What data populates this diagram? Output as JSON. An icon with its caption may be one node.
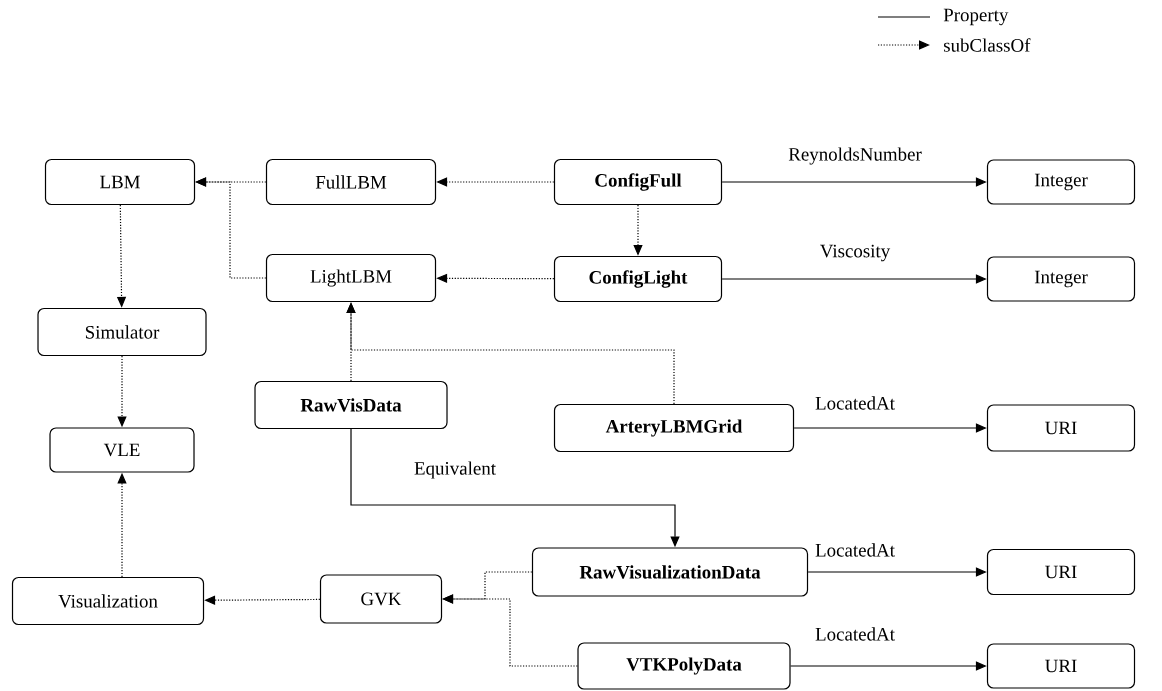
{
  "diagram": {
    "nodes": [
      {
        "text": [
          "LBM"
        ]
      },
      {
        "text": [
          "FullLBM"
        ]
      },
      {
        "text": [
          "ConfigFull"
        ]
      },
      {
        "text": [
          "Integer"
        ]
      },
      {
        "text": [
          "LightLBM"
        ]
      },
      {
        "text": [
          "ConfigLight"
        ]
      },
      {
        "text": [
          "Integer"
        ]
      },
      {
        "text": [
          "Simulator"
        ]
      },
      {
        "text": [
          "RawVisData"
        ]
      },
      {
        "text": [
          "ArteryLBMGrid"
        ]
      },
      {
        "text": [
          "URI"
        ]
      },
      {
        "text": [
          "VLE"
        ]
      },
      {
        "text": [
          "RawVisualizationData"
        ]
      },
      {
        "text": [
          "URI"
        ]
      },
      {
        "text": [
          "Visualization"
        ]
      },
      {
        "text": [
          "GVK"
        ]
      },
      {
        "text": [
          "VTKPolyData"
        ]
      },
      {
        "text": [
          "URI"
        ]
      }
    ],
    "edges": [
      {
        "from": 1,
        "to": 0,
        "arrow": "to",
        "style": "dashed"
      },
      {
        "from": 4,
        "to": 0,
        "arrow": "to",
        "style": "dashed"
      },
      {
        "from": 2,
        "to": 1,
        "arrow": "to",
        "style": "dashed"
      },
      {
        "from": 2,
        "to": 3,
        "arrow": "to",
        "label": "ReynoldsNumber"
      },
      {
        "from": 2,
        "to": 5,
        "arrow": "to",
        "style": "dashed"
      },
      {
        "from": 5,
        "to": 4,
        "arrow": "to",
        "style": "dashed"
      },
      {
        "from": 5,
        "to": 6,
        "arrow": "to",
        "label": "Viscosity"
      },
      {
        "from": 0,
        "to": 7,
        "arrow": "to",
        "style": "dashed"
      },
      {
        "from": 8,
        "to": 4,
        "arrow": "to",
        "style": "dashed"
      },
      {
        "from": 9,
        "to": 4,
        "arrow": "to",
        "style": "dashed"
      },
      {
        "from": 9,
        "to": 10,
        "arrow": "to",
        "label": "LocatedAt"
      },
      {
        "from": 7,
        "to": 11,
        "arrow": "to",
        "style": "dashed"
      },
      {
        "from": 8,
        "to": 12,
        "arrow": "to",
        "label": "Equivalent"
      },
      {
        "from": 12,
        "to": 13,
        "arrow": "to",
        "label": "LocatedAt"
      },
      {
        "from": 14,
        "to": 11,
        "arrow": "to",
        "style": "dashed"
      },
      {
        "from": 15,
        "to": 14,
        "arrow": "to",
        "style": "dashed"
      },
      {
        "from": 12,
        "to": 15,
        "arrow": "to",
        "style": "dashed"
      },
      {
        "from": 16,
        "to": 15,
        "arrow": "to",
        "style": "dashed"
      },
      {
        "from": 16,
        "to": 17,
        "arrow": "to",
        "label": "LocatedAt"
      }
    ],
    "legend": [
      {
        "text": "Property"
      },
      {
        "text": "subClassOf"
      }
    ]
  }
}
